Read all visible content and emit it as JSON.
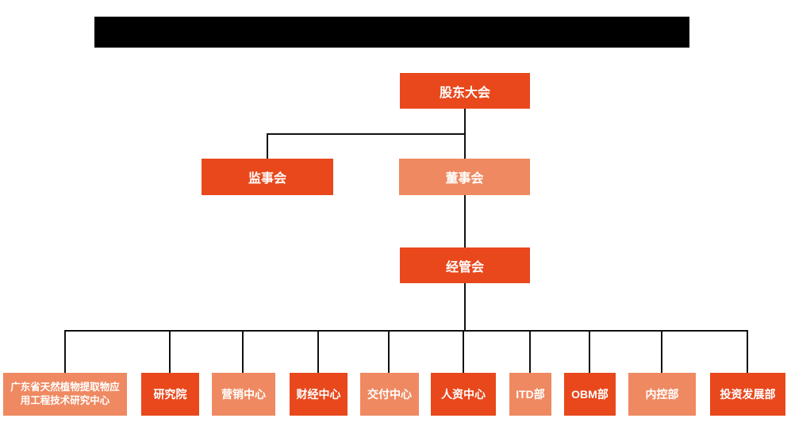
{
  "org_chart": {
    "colors": {
      "box-dark": "#E8481C",
      "box-light": "#EF8961",
      "line": "#111111",
      "text": "#FFFFFF",
      "redacted": "#000000"
    },
    "root": {
      "label": "股东大会"
    },
    "level2": [
      {
        "label": "监事会"
      },
      {
        "label": "董事会"
      }
    ],
    "level3": {
      "label": "经管会"
    },
    "departments": [
      {
        "label": "广东省天然植物提取物应用工程技术研究中心"
      },
      {
        "label": "研究院"
      },
      {
        "label": "营销中心"
      },
      {
        "label": "财经中心"
      },
      {
        "label": "交付中心"
      },
      {
        "label": "人资中心"
      },
      {
        "label": "ITD部"
      },
      {
        "label": "OBM部"
      },
      {
        "label": "内控部"
      },
      {
        "label": "投资发展部"
      }
    ]
  }
}
